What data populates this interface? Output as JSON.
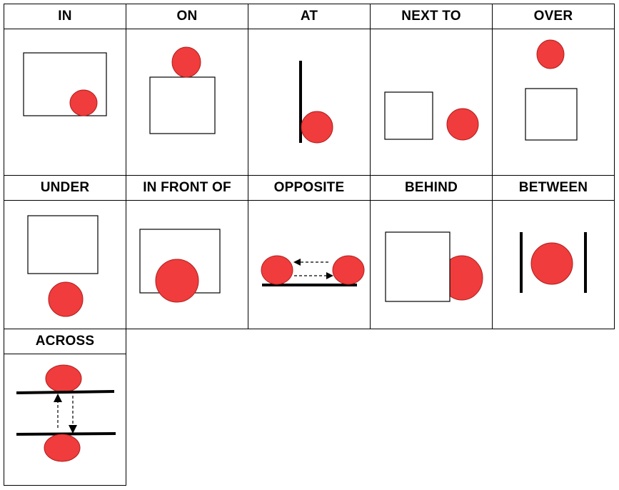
{
  "colors": {
    "ball": "#f03c3c",
    "ball_edge": "#b01e1e",
    "line": "#000000",
    "box_fill": "#ffffff"
  },
  "prepositions": {
    "in": "IN",
    "on": "ON",
    "at": "AT",
    "next_to": "NEXT TO",
    "over": "OVER",
    "under": "UNDER",
    "in_front_of": "IN FRONT OF",
    "opposite": "OPPOSITE",
    "behind": "BEHIND",
    "between": "BETWEEN",
    "across": "ACROSS"
  }
}
